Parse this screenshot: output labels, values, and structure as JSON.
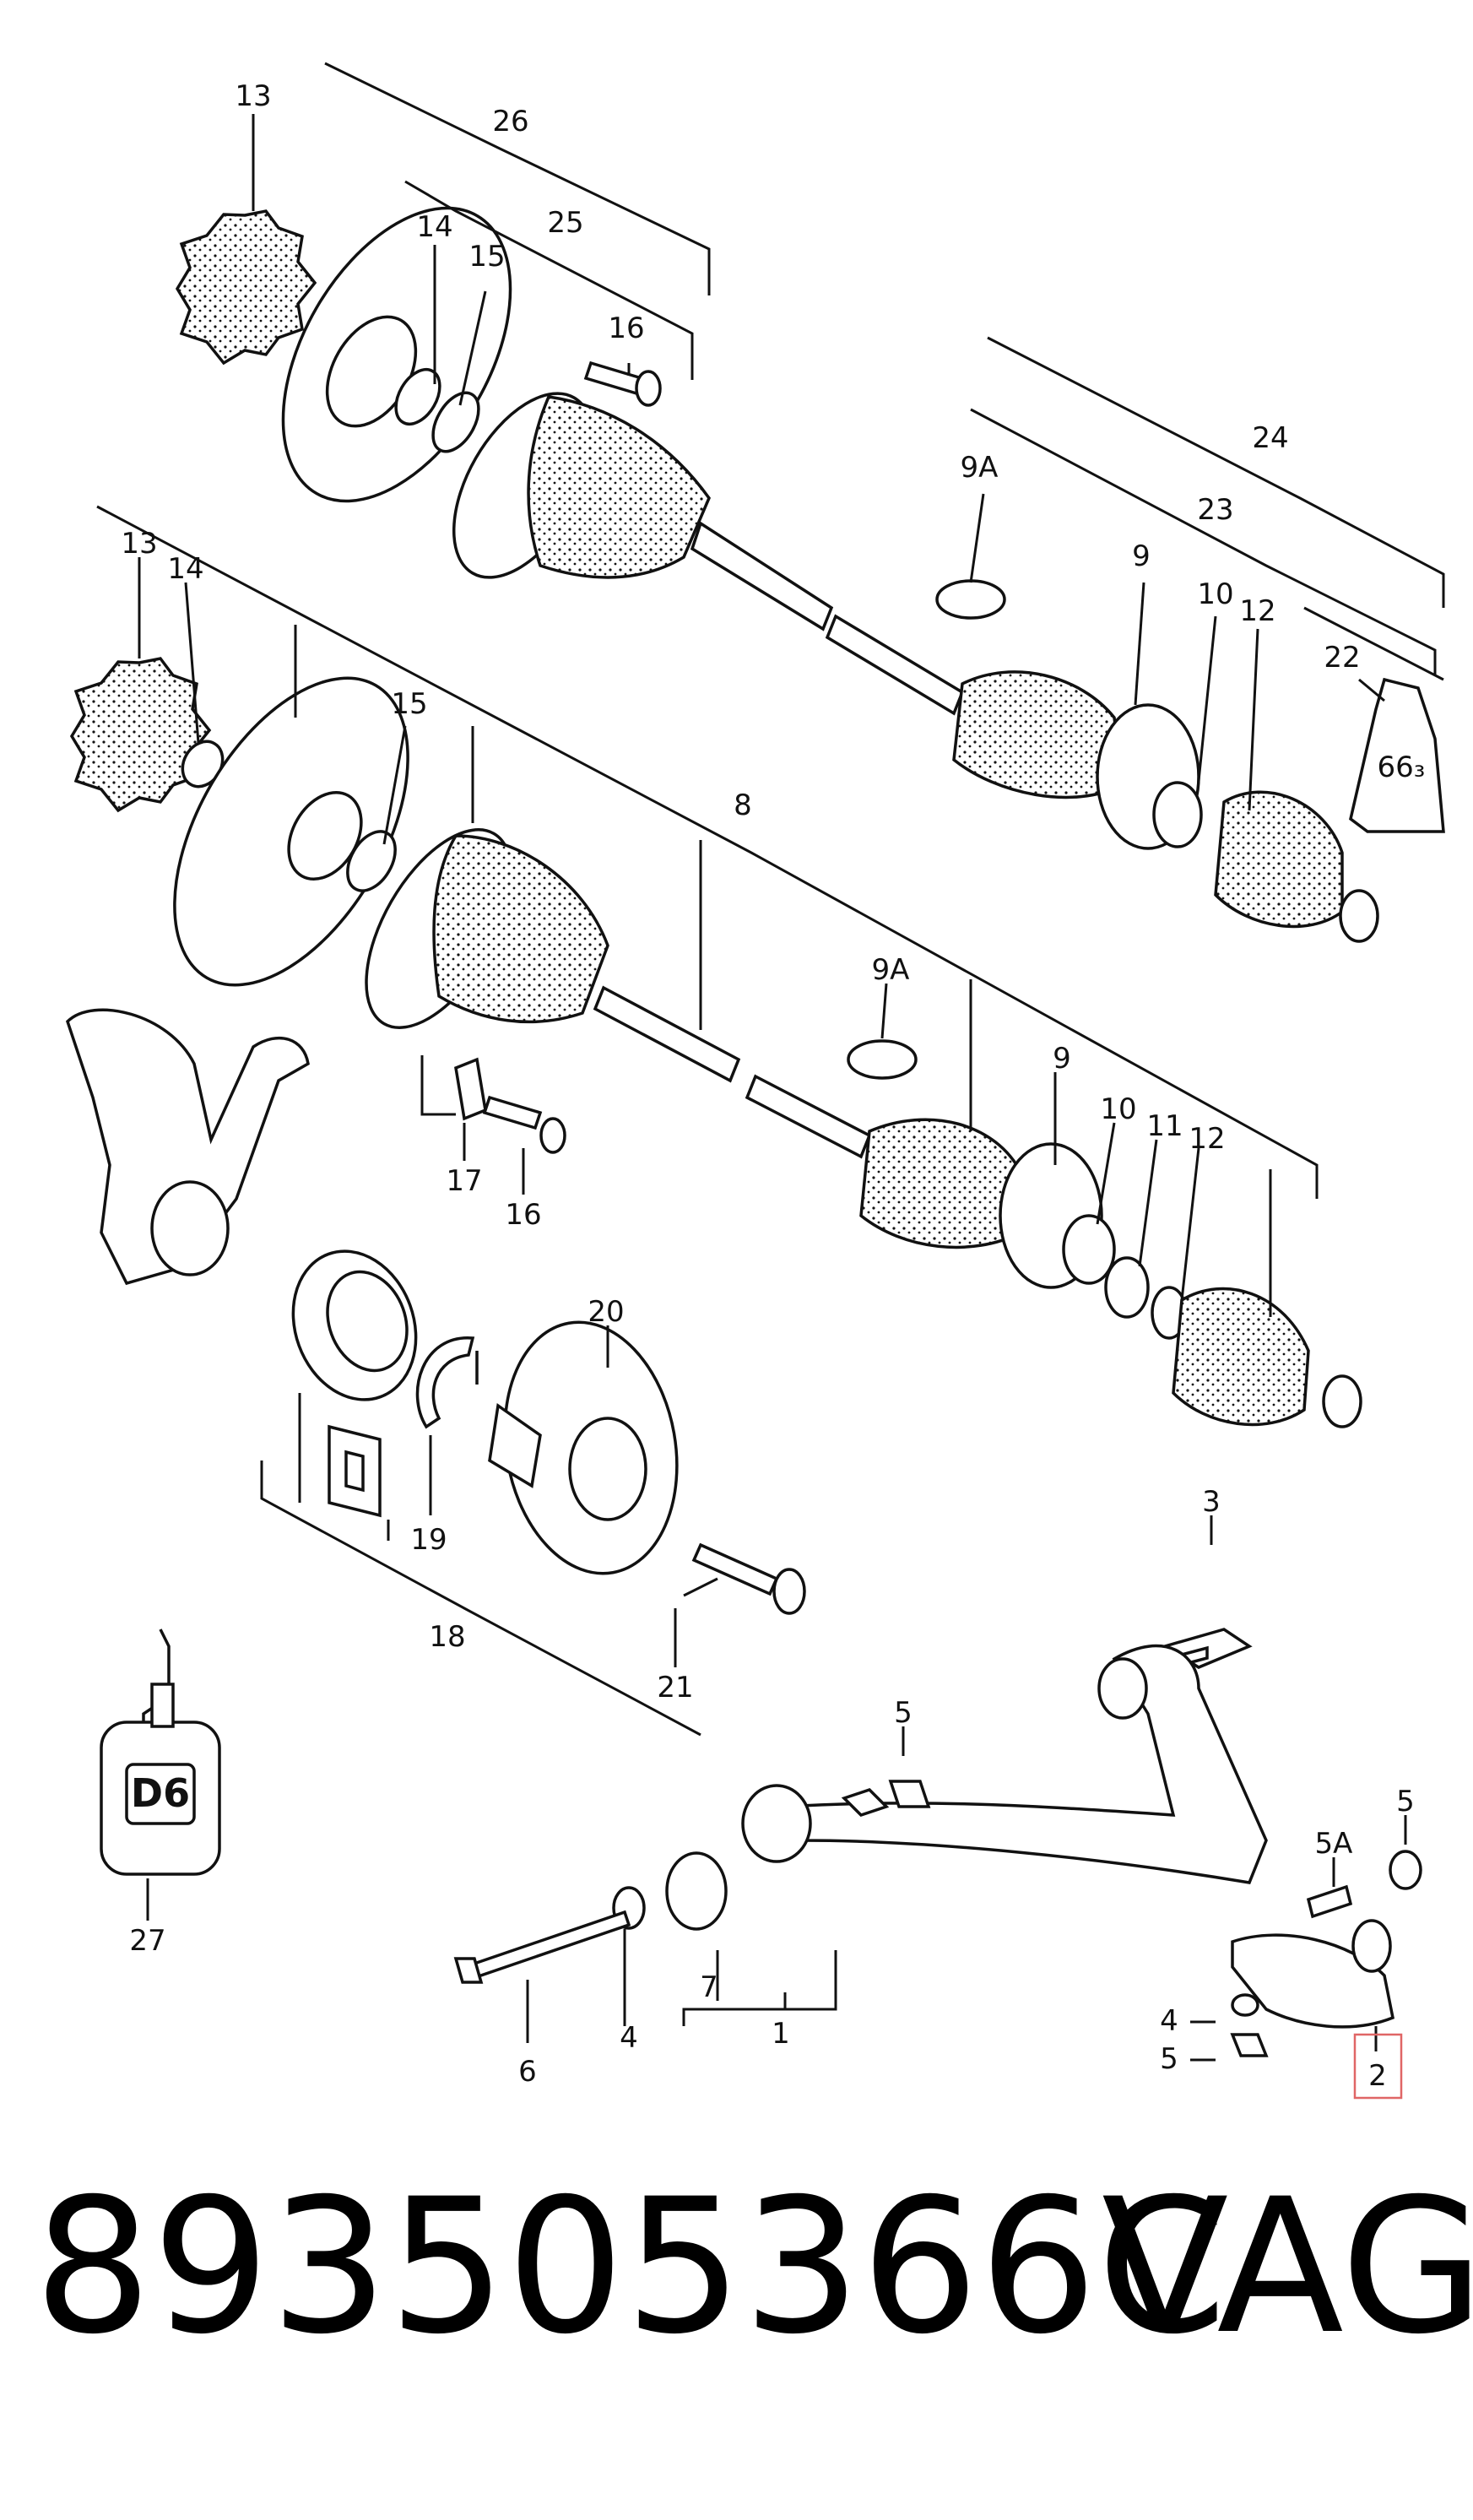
{
  "part_number": "893505366C",
  "brand": "VAG",
  "highlight_color": "#e06666",
  "highlighted_callout": "2",
  "callouts": {
    "top_shaft": [
      "13",
      "26",
      "14",
      "15",
      "25",
      "16",
      "24",
      "9A",
      "23",
      "9",
      "10",
      "12",
      "22"
    ],
    "grease_label": "66₃",
    "mid_shaft": [
      "13",
      "14",
      "15",
      "8",
      "9A",
      "9",
      "10",
      "11",
      "12",
      "17",
      "16"
    ],
    "hub": [
      "20",
      "19",
      "18",
      "21"
    ],
    "bottle": [
      "27"
    ],
    "bottle_label": "D6",
    "control_arm": [
      "3",
      "5",
      "5",
      "5A",
      "7",
      "1",
      "6",
      "4",
      "4",
      "5",
      "2"
    ]
  }
}
